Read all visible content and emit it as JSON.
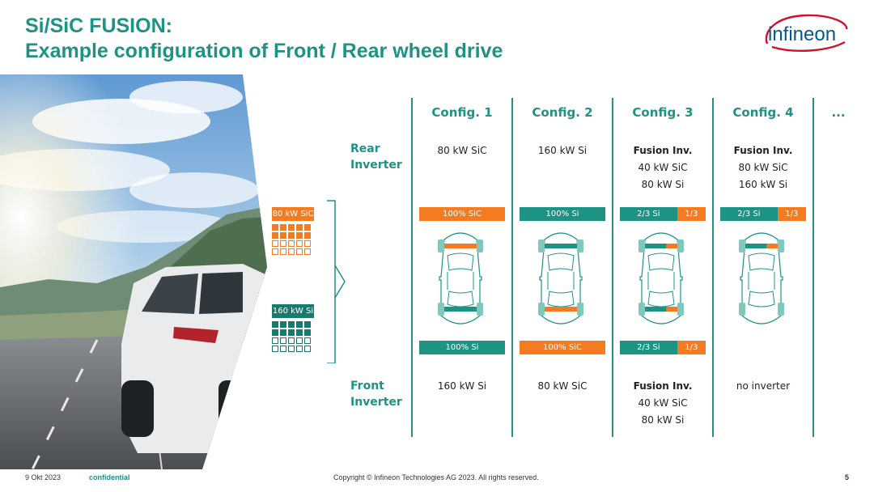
{
  "header": {
    "title_line1": "Si/SiC FUSION:",
    "title_line2": "Example configuration of Front / Rear wheel drive",
    "logo_text": "infineon"
  },
  "colors": {
    "teal": "#1d9384",
    "dark_teal": "#187a6c",
    "orange": "#f47b20"
  },
  "legend": {
    "sic_module_label": "80 kW SiC",
    "si_module_label": "160 kW Si"
  },
  "row_labels": {
    "rear_line1": "Rear",
    "rear_line2": "Inverter",
    "front_line1": "Front",
    "front_line2": "Inverter"
  },
  "configs": [
    {
      "name": "Config. 1",
      "rear": {
        "line1": "80 kW SiC",
        "line2": "",
        "line3": ""
      },
      "rear_bar": [
        {
          "label": "100% SiC",
          "color": "orange",
          "fraction": 1
        }
      ],
      "front_bar": [
        {
          "label": "100% Si",
          "color": "teal",
          "fraction": 1
        }
      ],
      "front": {
        "line1": "160 kW Si",
        "line2": "",
        "line3": ""
      }
    },
    {
      "name": "Config. 2",
      "rear": {
        "line1": "160 kW Si",
        "line2": "",
        "line3": ""
      },
      "rear_bar": [
        {
          "label": "100% Si",
          "color": "teal",
          "fraction": 1
        }
      ],
      "front_bar": [
        {
          "label": "100% SiC",
          "color": "orange",
          "fraction": 1
        }
      ],
      "front": {
        "line1": "80 kW SiC",
        "line2": "",
        "line3": ""
      }
    },
    {
      "name": "Config. 3",
      "rear": {
        "line1": "Fusion Inv.",
        "line2": "40 kW SiC",
        "line3": "80 kW Si"
      },
      "rear_bar": [
        {
          "label": "2/3 Si",
          "color": "teal",
          "fraction": 0.667
        },
        {
          "label": "1/3 SiC",
          "color": "orange",
          "fraction": 0.333
        }
      ],
      "front_bar": [
        {
          "label": "2/3 Si",
          "color": "teal",
          "fraction": 0.667
        },
        {
          "label": "1/3 SiC",
          "color": "orange",
          "fraction": 0.333
        }
      ],
      "front": {
        "line1": "Fusion Inv.",
        "line2": "40 kW SiC",
        "line3": "80 kW Si"
      }
    },
    {
      "name": "Config. 4",
      "rear": {
        "line1": "Fusion Inv.",
        "line2": "80 kW SiC",
        "line3": "160 kW Si"
      },
      "rear_bar": [
        {
          "label": "2/3 Si",
          "color": "teal",
          "fraction": 0.667
        },
        {
          "label": "1/3 SiC",
          "color": "orange",
          "fraction": 0.333
        }
      ],
      "front_bar": [],
      "front": {
        "line1": "no inverter",
        "line2": "",
        "line3": ""
      }
    }
  ],
  "more_label": "...",
  "footer": {
    "date": "9 Okt 2023",
    "confidential": "confidential",
    "copyright": "Copyright © Infineon Technologies AG 2023. All rights reserved.",
    "page": "5"
  }
}
